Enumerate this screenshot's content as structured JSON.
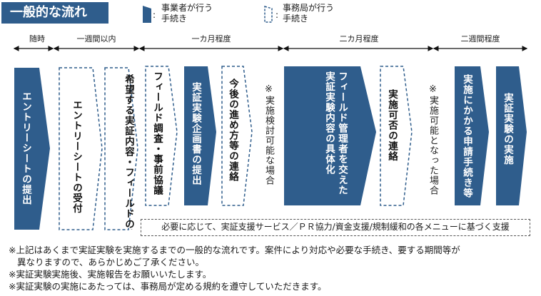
{
  "header": {
    "title": "一般的な流れ",
    "legend": [
      {
        "text": "事業者が行う",
        "text2": "手続き",
        "style": "solid",
        "color": "#2f5d8c"
      },
      {
        "text": "事務局が行う",
        "text2": "手続き",
        "style": "dashed",
        "color": "#2f5d8c"
      }
    ],
    "colon": ":"
  },
  "timeline": [
    {
      "label": "随時"
    },
    {
      "label": "一週間以内"
    },
    {
      "label": "一カ月程度"
    },
    {
      "label": "二カ月程度"
    },
    {
      "label": "二週間程度"
    }
  ],
  "steps": [
    {
      "label": "エントリーシートの提出",
      "type": "applicant"
    },
    {
      "label": "エントリーシートの受付",
      "type": "office"
    },
    {
      "label": "希望する実証内容・フィールドの確認",
      "type": "office"
    },
    {
      "label": "フィールド調査・事前協議",
      "type": "office"
    },
    {
      "label": "実証実験企画書の提出",
      "type": "applicant"
    },
    {
      "label": "今後の進め方等の連絡",
      "type": "office"
    },
    {
      "label": "フィールド管理者を交えた実証実験内容の具体化",
      "type": "applicant"
    },
    {
      "label": "実施可否の連絡",
      "type": "office"
    },
    {
      "label": "実施にかかる申請手続き等",
      "type": "applicant"
    },
    {
      "label": "実証実験の実施",
      "type": "applicant"
    }
  ],
  "notes": {
    "review": "※実施検討可能な場合",
    "feasible": "※実施可能となった場合",
    "support": "必要に応じて、実証支援サービス／ＰＲ協力/資金支援/規制緩和の各メニューに基づく支援"
  },
  "footnotes": [
    "※上記はあくまで実証実験を実施するまでの一般的な流れです。案件により対応や必要な手続き、要する期間等が",
    "異なりますので、あらかじめご了承ください。",
    "※実証実験実施後、実施報告をお願いいたします。",
    "※実証実験の実施にあたっては、事務局が定める規約を遵守していただきます。"
  ],
  "colors": {
    "applicant": "#2f5d8c",
    "office_border": "#2f5d8c",
    "title_bg": "#2f5d8c"
  }
}
